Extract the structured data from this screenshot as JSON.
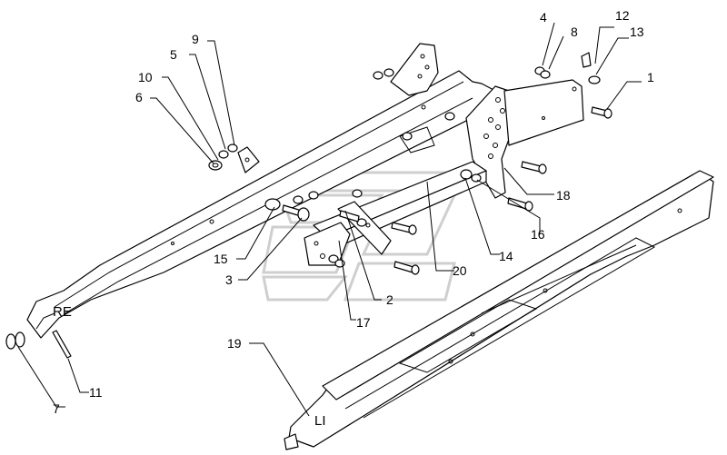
{
  "diagram": {
    "part_numbers": [
      "1",
      "2",
      "3",
      "4",
      "5",
      "6",
      "7",
      "8",
      "9",
      "10",
      "11",
      "12",
      "13",
      "14",
      "15",
      "16",
      "17",
      "18",
      "19",
      "20"
    ],
    "side_labels": {
      "right": "RE",
      "left": "LI"
    }
  }
}
